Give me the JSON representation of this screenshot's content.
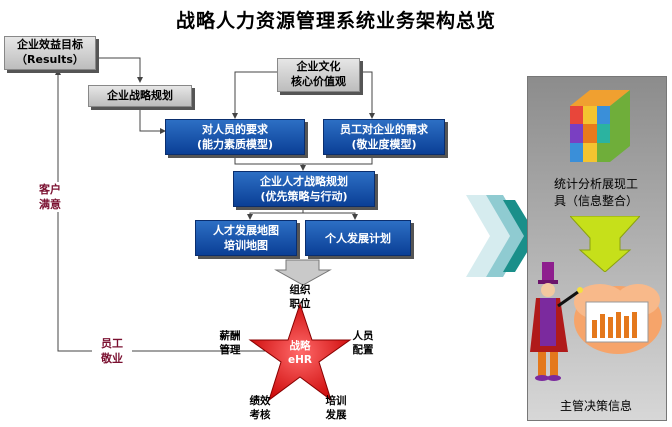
{
  "title": "战略人力资源管理系统业务架构总览",
  "boxes": {
    "goal_line1": "企业效益目标",
    "goal_line2": "（Results）",
    "strategy_plan": "企业战略规划",
    "culture_line1": "企业文化",
    "culture_line2": "核心价值观",
    "req_line1": "对人员的要求",
    "req_line2": "(能力素质模型)",
    "needs_line1": "员工对企业的需求",
    "needs_line2": "(敬业度模型)",
    "talent_line1": "企业人才战略规划",
    "talent_line2": "(优先策略与行动)",
    "map_line1": "人才发展地图",
    "map_line2": "培训地图",
    "personal_plan": "个人发展计划"
  },
  "side_labels": {
    "customer_line1": "客户",
    "customer_line2": "满意",
    "employee_line1": "员工",
    "employee_line2": "敬业"
  },
  "star": {
    "center_line1": "战略",
    "center_line2": "eHR",
    "org_line1": "组织",
    "org_line2": "职位",
    "pay_line1": "薪酬",
    "pay_line2": "管理",
    "staff_line1": "人员",
    "staff_line2": "配置",
    "perf_line1": "绩效",
    "perf_line2": "考核",
    "train_line1": "培训",
    "train_line2": "发展"
  },
  "right_panel": {
    "tools_line1": "统计分析展现工",
    "tools_line2": "具（信息整合）",
    "decision": "主管决策信息"
  },
  "colors": {
    "blue_box": "#0b3f96",
    "red_star": "#e01515",
    "label_red": "#7a1030",
    "green_arrow": "#1a8f8a"
  }
}
